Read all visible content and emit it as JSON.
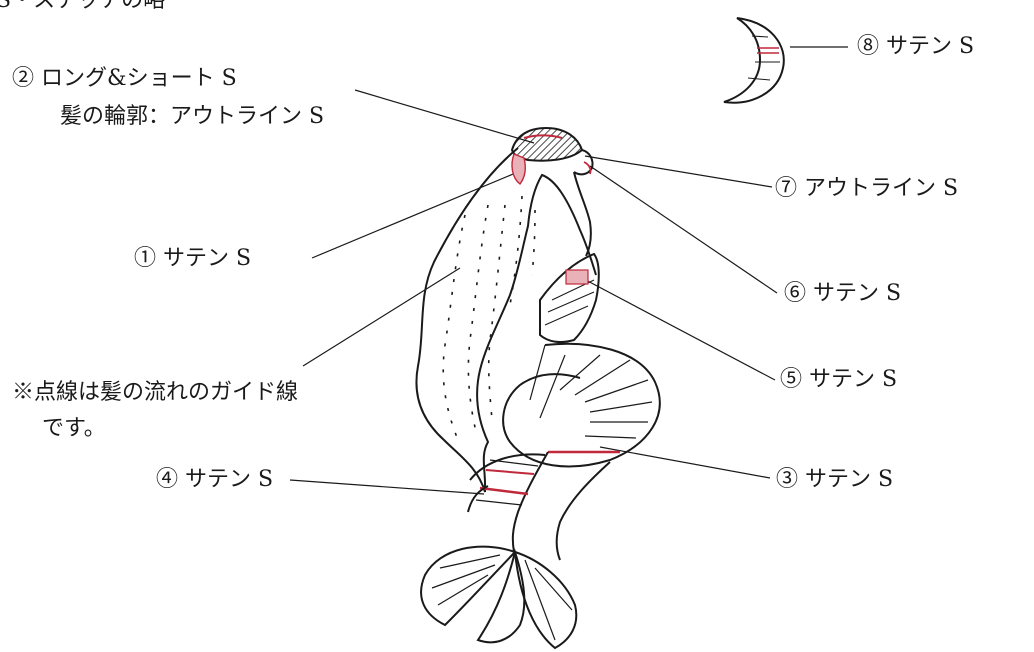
{
  "header_partial": "S・ステッチの略",
  "labels": {
    "l1": "① サテン S",
    "l2a": "② ロング&ショート S",
    "l2b": "髪の輪郭：アウトライン S",
    "l3": "③ サテン S",
    "l4": "④ サテン S",
    "l5": "⑤ サテン S",
    "l6": "⑥ サテン S",
    "l7": "⑦ アウトライン S",
    "l8": "⑧ サテン S"
  },
  "note": {
    "line1": "※点線は髪の流れのガイド線",
    "line2": "です。"
  },
  "colors": {
    "ink": "#1a1a1a",
    "accent": "#c0283c",
    "pink_fill": "#e9b2b9"
  }
}
